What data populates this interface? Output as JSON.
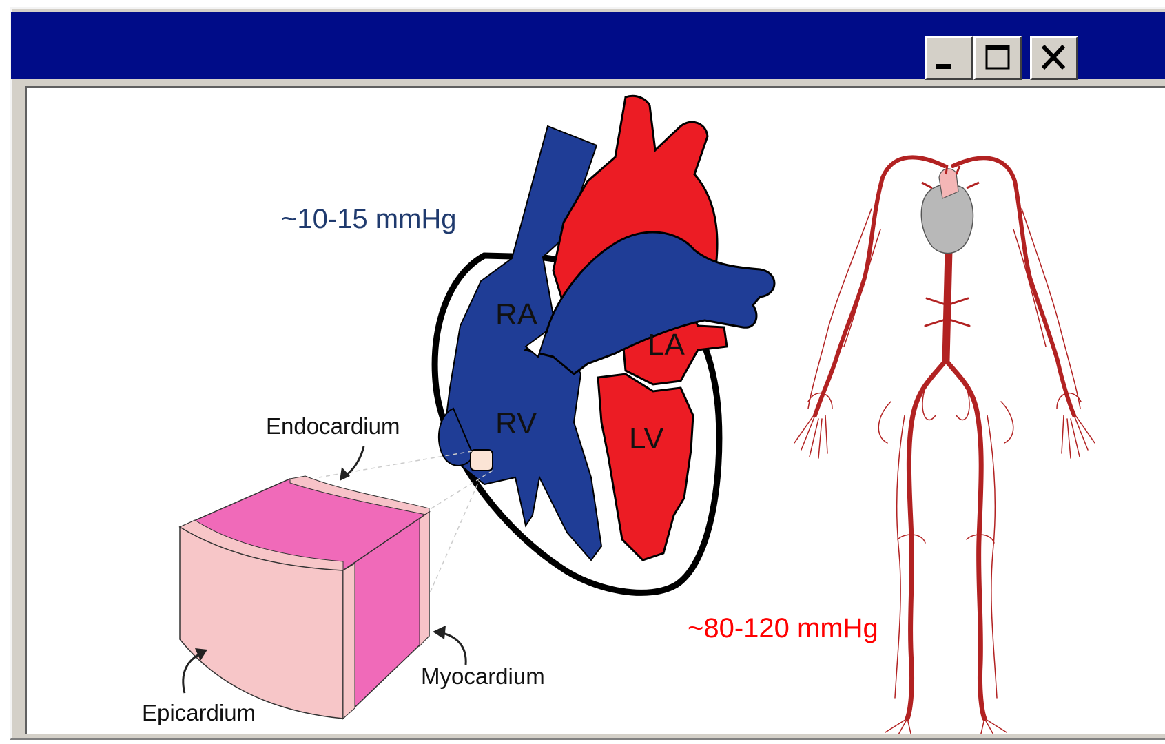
{
  "window": {
    "title": "",
    "controls": {
      "minimize": "minimize-icon",
      "maximize": "maximize-icon",
      "close": "close-icon"
    }
  },
  "diagram": {
    "heart_labels": {
      "ra": "RA",
      "rv": "RV",
      "la": "LA",
      "lv": "LV"
    },
    "pressures": {
      "right": "~10-15 mmHg",
      "left": "~80-120 mmHg"
    },
    "layers": {
      "endocardium": "Endocardium",
      "myocardium": "Myocardium",
      "epicardium": "Epicardium"
    }
  },
  "colors": {
    "titlebar": "#000c88",
    "venous": "#1f3d96",
    "arterial": "#ec1c24",
    "vessels": "#b22222",
    "pressure_right_text": "#1f3a6e",
    "pressure_left_text": "#ff0000",
    "endocardium": "#f7c3c8",
    "myocardium": "#f06ab9",
    "epicardium": "#f7c6c8"
  }
}
